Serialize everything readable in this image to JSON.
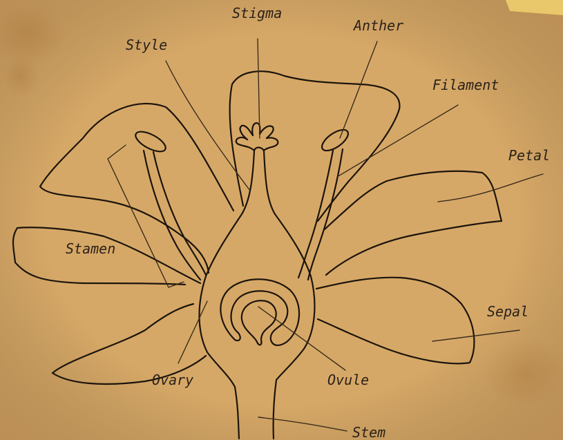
{
  "labels": {
    "stigma": "Stigma",
    "anther": "Anther",
    "style": "Style",
    "filament": "Filament",
    "petal": "Petal",
    "stamen": "Stamen",
    "sepal": "Sepal",
    "ovary": "Ovary",
    "ovule": "Ovule",
    "stem": "Stem"
  },
  "colors": {
    "paper": "#d6a867",
    "ink": "#1c140c",
    "note": "#e8c86a"
  }
}
